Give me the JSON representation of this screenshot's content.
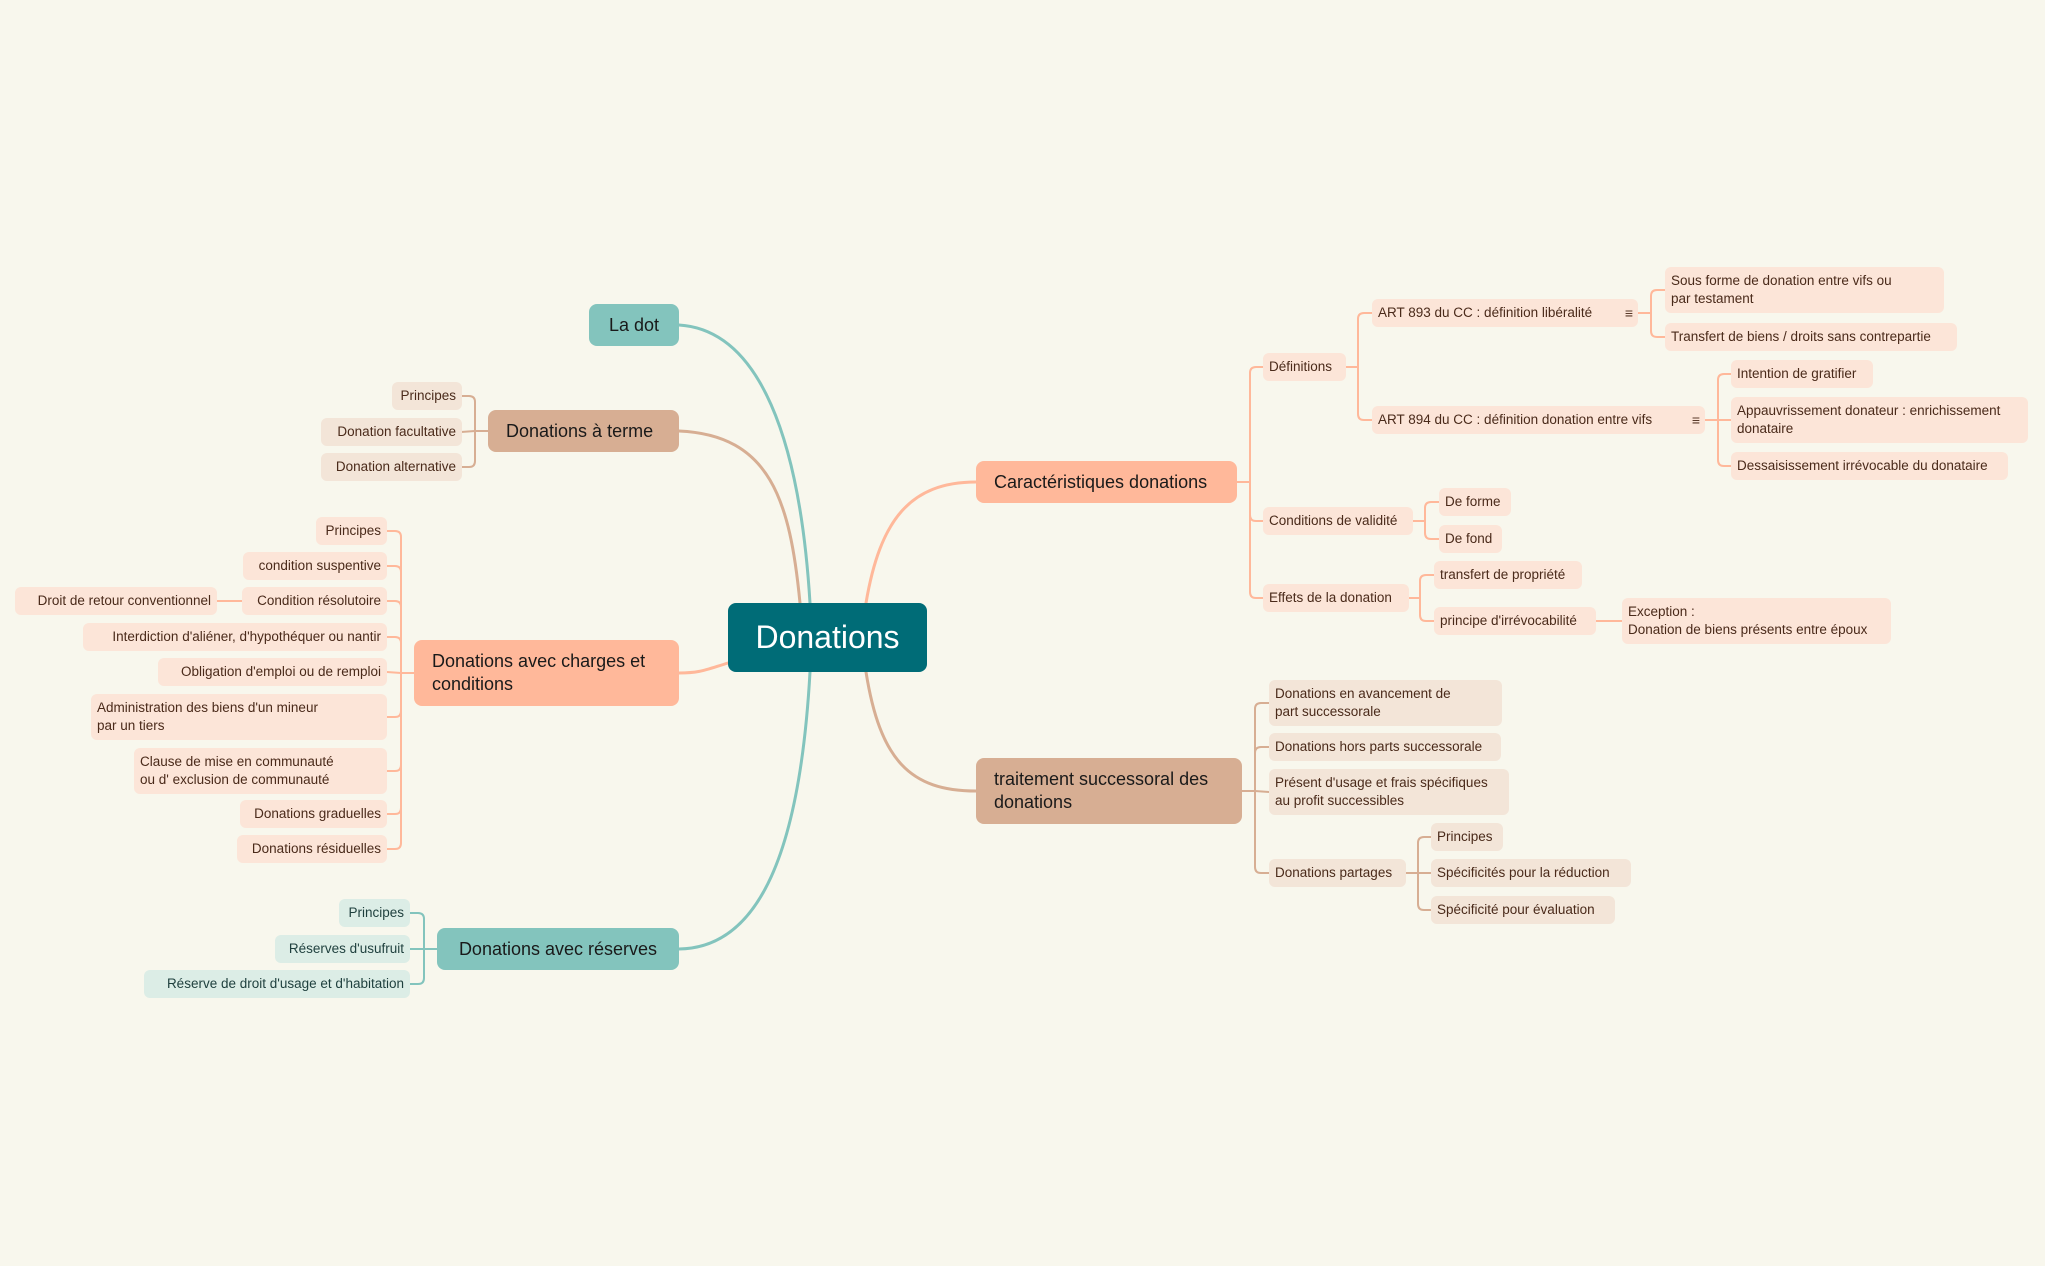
{
  "central": "Donations",
  "colors": {
    "teal": "#83c4bd",
    "tan": "#d7ae93",
    "salmon": "#ffb89a",
    "central": "#006c77",
    "background": "#f8f7ed"
  },
  "left": {
    "la_dot": {
      "label": "La dot"
    },
    "terme": {
      "label": "Donations à terme",
      "children": [
        "Principes",
        "Donation facultative",
        "Donation alternative"
      ]
    },
    "charges": {
      "label": "Donations avec charges et conditions",
      "children": [
        "Principes",
        "condition suspentive",
        "Condition résolutoire",
        "Interdiction d'aliéner, d'hypothéquer ou nantir",
        "Obligation d'emploi ou de remploi",
        "Administration des biens d'un mineur par un tiers",
        "Clause de mise en communauté ou d' exclusion de communauté",
        "Donations graduelles",
        "Donations résiduelles"
      ],
      "condition_resolutoire_child": "Droit de retour conventionnel"
    },
    "reserves": {
      "label": "Donations avec réserves",
      "children": [
        "Principes",
        "Réserves d'usufruit",
        "Réserve de droit d'usage et d'habitation"
      ]
    }
  },
  "right": {
    "caracteristiques": {
      "label": "Caractéristiques donations",
      "definitions": {
        "label": "Définitions",
        "art893": {
          "label": "ART 893 du CC : définition libéralité",
          "children": [
            "Sous forme de donation entre vifs ou par testament",
            "Transfert de biens / droits sans contrepartie"
          ]
        },
        "art894": {
          "label": "ART 894 du CC : définition donation entre vifs",
          "children": [
            "Intention de gratifier",
            "Appauvrissement donateur : enrichissement donataire",
            "Dessaisissement irrévocable du donataire"
          ]
        }
      },
      "conditions": {
        "label": "Conditions de validité",
        "children": [
          "De forme",
          "De fond"
        ]
      },
      "effets": {
        "label": "Effets de la donation",
        "children": [
          "transfert de propriété",
          "principe d'irrévocabilité"
        ],
        "exception": "Exception :\nDonation de biens présents entre époux"
      }
    },
    "successoral": {
      "label": "traitement successoral des donations",
      "children": [
        "Donations en avancement de part successorale",
        "Donations hors parts successorale",
        "Présent d'usage et frais spécifiques au profit successibles",
        "Donations partages"
      ],
      "partages_children": [
        "Principes",
        "Spécificités pour la réduction",
        "Spécificité pour évaluation"
      ]
    }
  }
}
